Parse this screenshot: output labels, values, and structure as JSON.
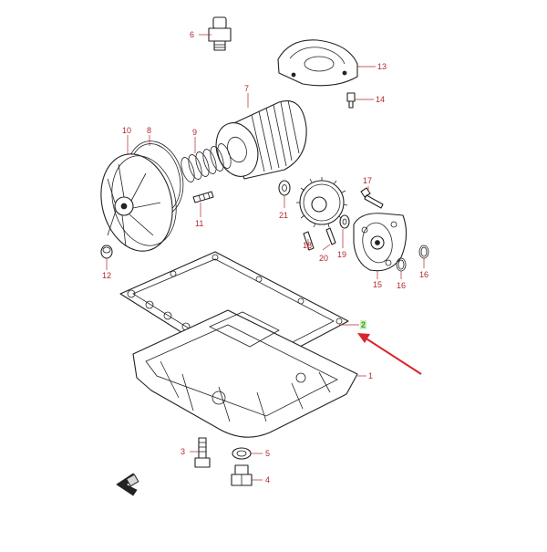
{
  "callouts": [
    {
      "id": "1",
      "label": "1"
    },
    {
      "id": "2",
      "label": "2"
    },
    {
      "id": "3",
      "label": "3"
    },
    {
      "id": "4",
      "label": "4"
    },
    {
      "id": "5",
      "label": "5"
    },
    {
      "id": "6",
      "label": "6"
    },
    {
      "id": "7",
      "label": "7"
    },
    {
      "id": "8",
      "label": "8"
    },
    {
      "id": "9",
      "label": "9"
    },
    {
      "id": "10",
      "label": "10"
    },
    {
      "id": "11",
      "label": "11"
    },
    {
      "id": "12",
      "label": "12"
    },
    {
      "id": "13",
      "label": "13"
    },
    {
      "id": "14",
      "label": "14"
    },
    {
      "id": "15",
      "label": "15"
    },
    {
      "id": "16a",
      "label": "16"
    },
    {
      "id": "16b",
      "label": "16"
    },
    {
      "id": "17",
      "label": "17"
    },
    {
      "id": "18",
      "label": "18"
    },
    {
      "id": "19",
      "label": "19"
    },
    {
      "id": "20",
      "label": "20"
    },
    {
      "id": "21",
      "label": "21"
    }
  ],
  "highlight": {
    "callout": "2",
    "color": "#3a9a2a"
  },
  "arrow": {
    "color": "#d8262b",
    "points_to": "2"
  },
  "colors": {
    "callout_text": "#b3262b",
    "line_art": "#222222"
  },
  "icons": [
    "front-direction-arrow-icon"
  ]
}
